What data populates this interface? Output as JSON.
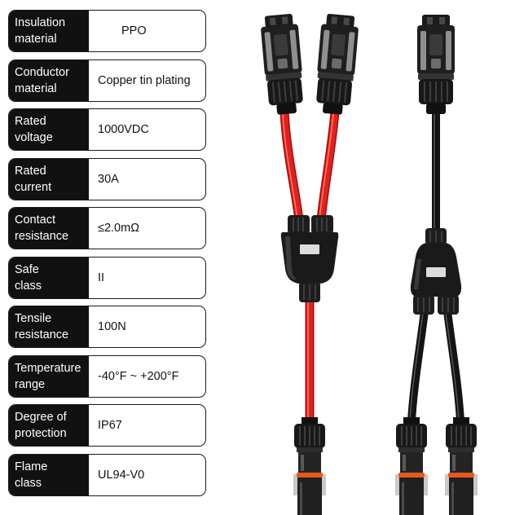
{
  "specs": [
    {
      "label": [
        "Insulation",
        "material"
      ],
      "value": "PPO"
    },
    {
      "label": [
        "Conductor",
        "material"
      ],
      "value": "Copper tin plating"
    },
    {
      "label": [
        "Rated",
        "voltage"
      ],
      "value": "1000VDC"
    },
    {
      "label": [
        "Rated",
        "current"
      ],
      "value": "30A"
    },
    {
      "label": [
        "Contact",
        "resistance"
      ],
      "value": "≤2.0mΩ"
    },
    {
      "label": [
        "Safe",
        "class"
      ],
      "value": "II"
    },
    {
      "label": [
        "Tensile",
        "resistance"
      ],
      "value": "100N"
    },
    {
      "label": [
        "Temperature",
        "range"
      ],
      "value": "-40°F ~ +200°F"
    },
    {
      "label": [
        "Degree of",
        "protection"
      ],
      "value": "IP67"
    },
    {
      "label": [
        "Flame",
        "class"
      ],
      "value": "UL94-V0"
    }
  ],
  "colors": {
    "label_bg": "#111111",
    "red_cable": "#e3211c",
    "black_cable": "#141414",
    "seal_ring": "#e8581c"
  }
}
